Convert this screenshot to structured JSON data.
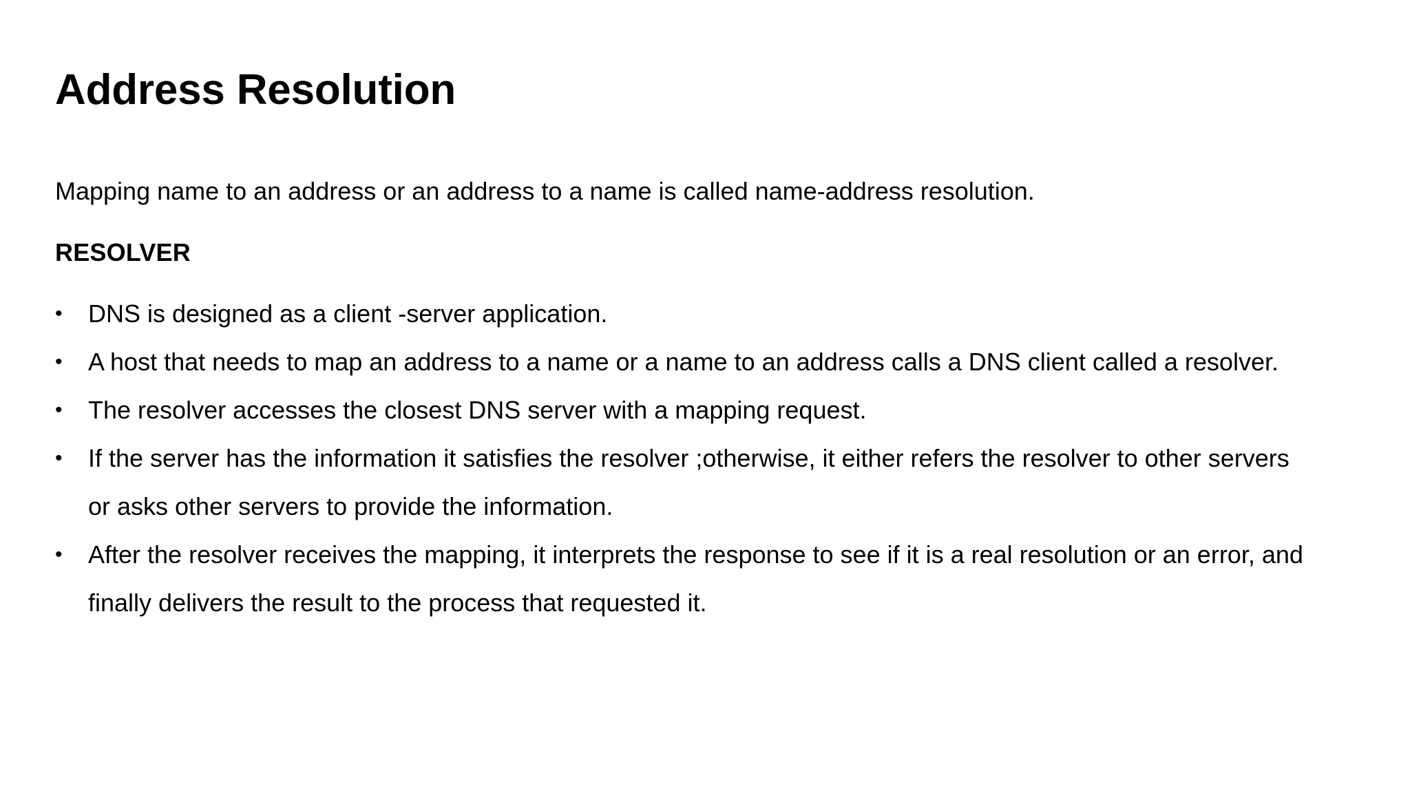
{
  "slide": {
    "title": "Address Resolution",
    "intro": "Mapping name to an address or an address to a name is called name-address resolution.",
    "section_heading": "RESOLVER",
    "bullet_marker": "•",
    "bullets": [
      "DNS is designed as a client -server application.",
      "A host that needs to map an address to a name or a name to an address calls a DNS client called a resolver.",
      "The resolver accesses the closest DNS server with a mapping request.",
      "If the server has the information it satisfies the resolver ;otherwise, it either refers the resolver to other servers or asks other servers to provide the information.",
      "After the resolver receives the mapping, it interprets the response to see if it is a real resolution or an error, and finally delivers the result to the process that requested it."
    ],
    "colors": {
      "background": "#ffffff",
      "text": "#000000"
    }
  }
}
